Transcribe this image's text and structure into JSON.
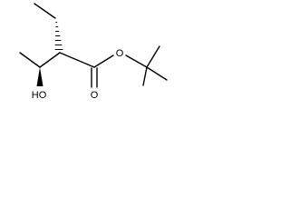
{
  "image": {
    "background_color": "#ffffff",
    "ink_color": "#000000"
  },
  "structure": {
    "atom_labels": {
      "hydroxyl": "HO",
      "ester_oxygen": "O",
      "carbonyl_oxygen": "O"
    },
    "bonds": [
      {
        "name": "ethyl-ch2-ch3-bond",
        "type": "single"
      },
      {
        "name": "ethyl-to-alpha-carbon-wedge",
        "type": "hashed-wedge"
      },
      {
        "name": "alpha-to-carbinol-bond",
        "type": "single"
      },
      {
        "name": "carbinol-to-methyl-bond",
        "type": "single"
      },
      {
        "name": "carbinol-to-hydroxyl-wedge",
        "type": "solid-wedge"
      },
      {
        "name": "alpha-to-carbonyl-bond",
        "type": "single"
      },
      {
        "name": "carbonyl-double-bond",
        "type": "double"
      },
      {
        "name": "carbonyl-to-ester-oxygen-bond",
        "type": "single"
      },
      {
        "name": "ester-oxygen-to-quaternary-carbon-bond",
        "type": "single"
      },
      {
        "name": "tert-butyl-methyl-bonds",
        "type": "single"
      }
    ]
  }
}
